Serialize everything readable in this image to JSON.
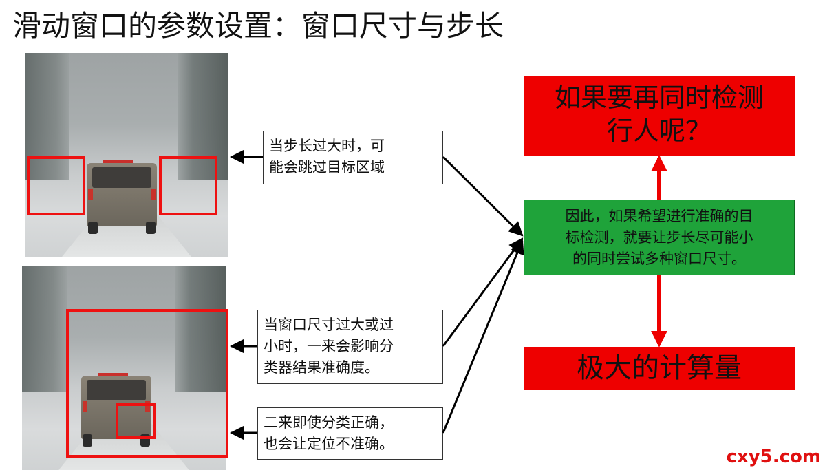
{
  "slide": {
    "title": "滑动窗口的参数设置：窗口尺寸与步长",
    "note_step": {
      "line1": "当步长过大时，可",
      "line2": "能会跳过目标区域"
    },
    "note_window": {
      "line1": "当窗口尺寸过大或过",
      "line2": "小时，一来会影响分",
      "line3": "类器结果准确度。"
    },
    "note_locate": {
      "line1": "二来即使分类正确，",
      "line2": "也会让定位不准确。"
    },
    "conclusion": {
      "line1": "因此，如果希望进行准确的目",
      "line2": "标检测，就要让步长尽可能小",
      "line3": "的同时尝试多种窗口尺寸。"
    },
    "pedestrian_question": {
      "line1": "如果要再同时检测",
      "line2": "行人呢？"
    },
    "computation": "极大的计算量",
    "watermark": "cxy5.com"
  },
  "colors": {
    "red": "#ee0000",
    "green": "#1fa33a",
    "black": "#000000"
  }
}
